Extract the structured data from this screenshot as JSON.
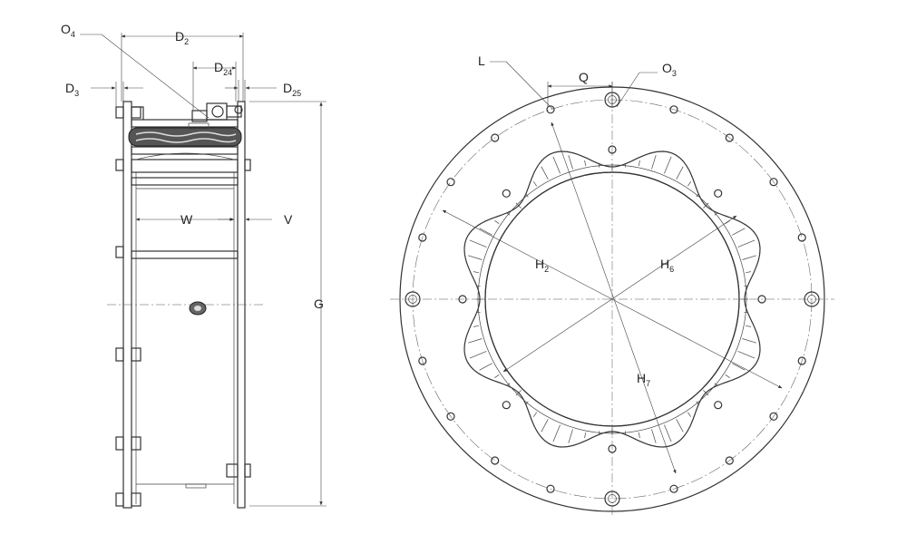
{
  "labels": {
    "o4": {
      "main": "O",
      "sub": "4"
    },
    "d2": {
      "main": "D",
      "sub": "2"
    },
    "d24": {
      "main": "D",
      "sub": "24"
    },
    "d3": {
      "main": "D",
      "sub": "3"
    },
    "d25": {
      "main": "D",
      "sub": "25"
    },
    "w": {
      "main": "W"
    },
    "v": {
      "main": "V"
    },
    "g": {
      "main": "G"
    },
    "l": {
      "main": "L"
    },
    "q": {
      "main": "Q"
    },
    "o3": {
      "main": "O",
      "sub": "3"
    },
    "h2": {
      "main": "H",
      "sub": "2"
    },
    "h6": {
      "main": "H",
      "sub": "6"
    },
    "h7": {
      "main": "H",
      "sub": "7"
    }
  }
}
